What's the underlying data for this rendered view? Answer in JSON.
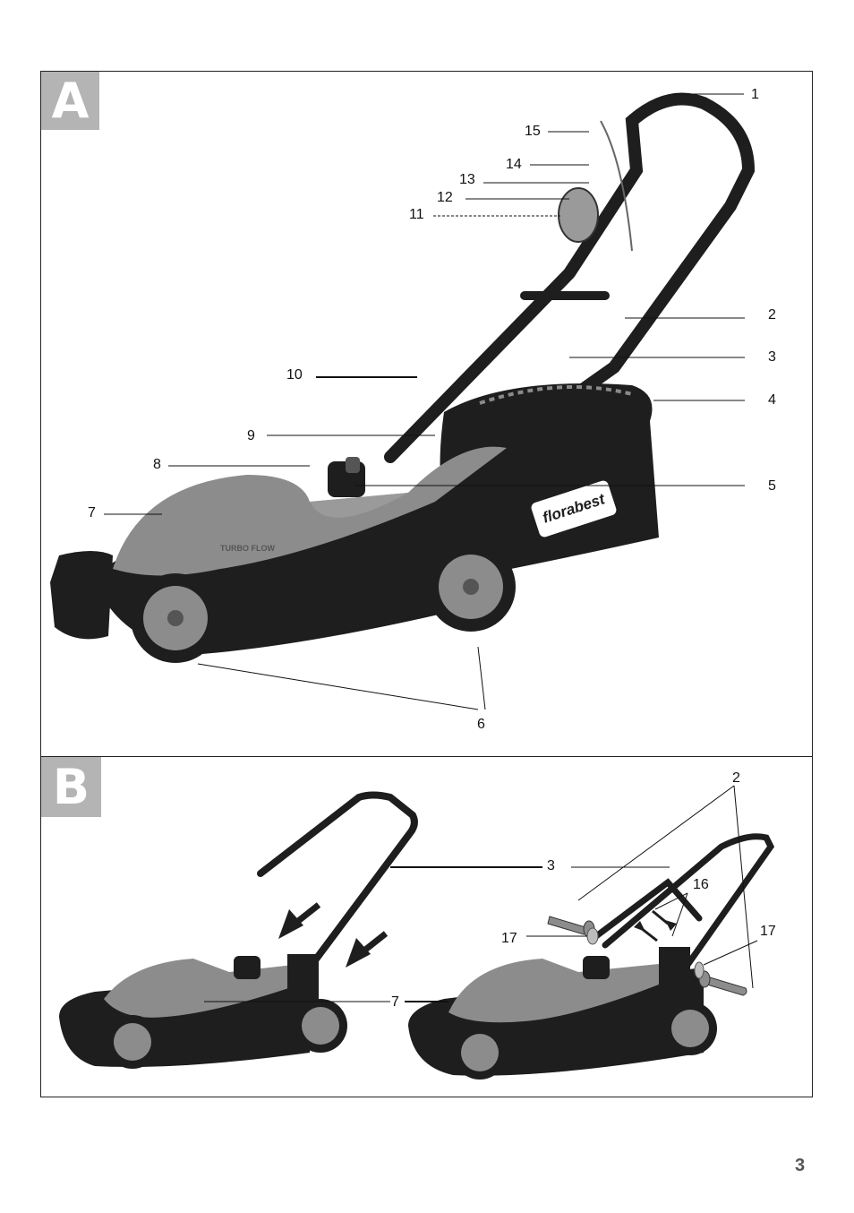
{
  "page_number": "3",
  "panel_a": {
    "badge": "A",
    "brand_logo": "florabest",
    "badge_text": "TURBO FLOW",
    "callouts": [
      "1",
      "15",
      "14",
      "13",
      "12",
      "11",
      "2",
      "3",
      "10",
      "4",
      "9",
      "8",
      "5",
      "7",
      "6"
    ]
  },
  "panel_b": {
    "badge": "B",
    "callouts": [
      "2",
      "3",
      "16",
      "17",
      "17",
      "7"
    ]
  },
  "colors": {
    "badge_gray": "#b4b4b4",
    "body_gray": "#8c8c8c",
    "dark": "#1e1e1e"
  }
}
